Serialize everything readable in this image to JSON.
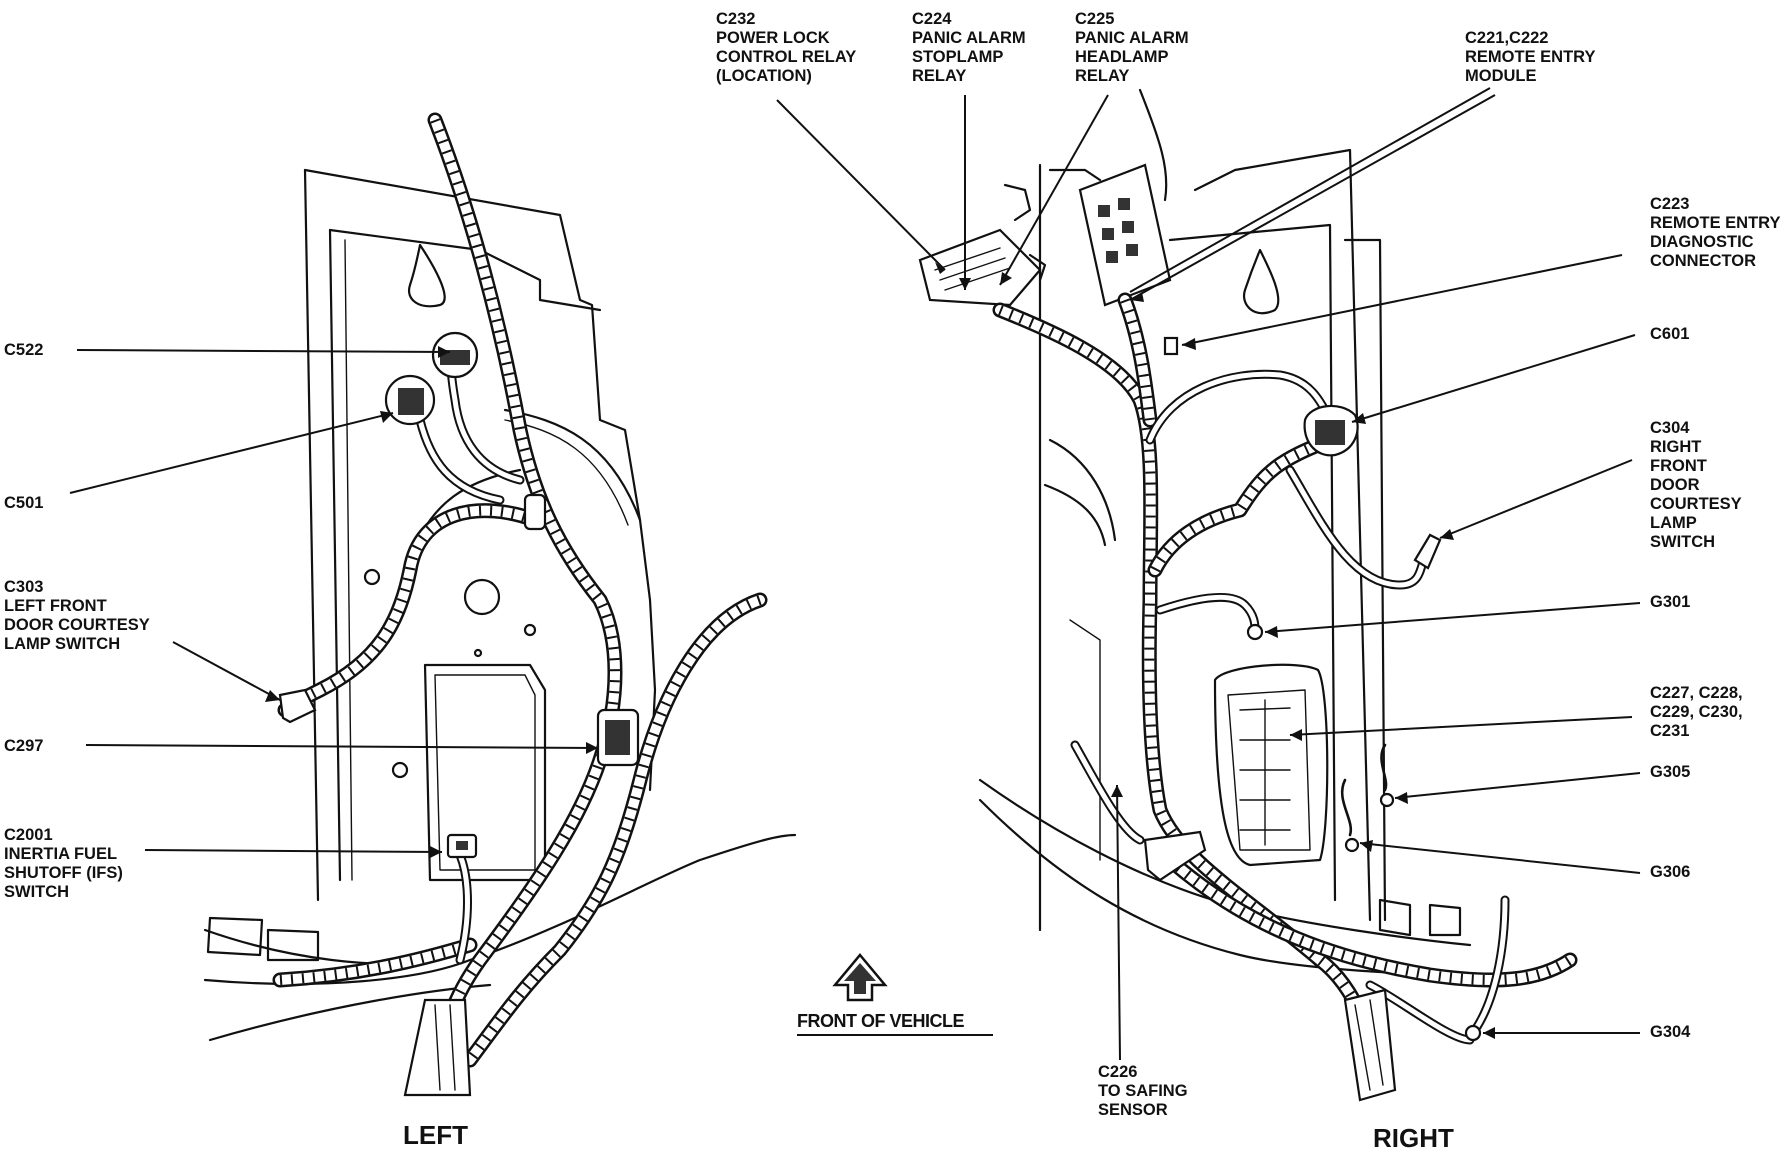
{
  "labels": {
    "c232": [
      "C232",
      "POWER LOCK",
      "CONTROL RELAY",
      "(LOCATION)"
    ],
    "c224": [
      "C224",
      "PANIC ALARM",
      "STOPLAMP",
      "RELAY"
    ],
    "c225": [
      "C225",
      "PANIC ALARM",
      "HEADLAMP",
      "RELAY"
    ],
    "c221": [
      "C221,C222",
      "REMOTE ENTRY",
      "MODULE"
    ],
    "c223": [
      "C223",
      "REMOTE ENTRY",
      "DIAGNOSTIC",
      "CONNECTOR"
    ],
    "c601": [
      "C601"
    ],
    "c304": [
      "C304",
      "RIGHT",
      "FRONT",
      "DOOR",
      "COURTESY",
      "LAMP",
      "SWITCH"
    ],
    "g301": [
      "G301"
    ],
    "c227": [
      "C227, C228,",
      "C229, C230,",
      "C231"
    ],
    "g305": [
      "G305"
    ],
    "g306": [
      "G306"
    ],
    "g304": [
      "G304"
    ],
    "c226": [
      "C226",
      "TO SAFING",
      "SENSOR"
    ],
    "c522": [
      "C522"
    ],
    "c501": [
      "C501"
    ],
    "c303": [
      "C303",
      "LEFT FRONT",
      "DOOR COURTESY",
      "LAMP SWITCH"
    ],
    "c297": [
      "C297"
    ],
    "c2001": [
      "C2001",
      "INERTIA FUEL",
      "SHUTOFF (IFS)",
      "SWITCH"
    ]
  },
  "front_of_vehicle": "FRONT OF VEHICLE",
  "side_left": "LEFT",
  "side_right": "RIGHT",
  "arrow_icon": "up-arrow-icon"
}
